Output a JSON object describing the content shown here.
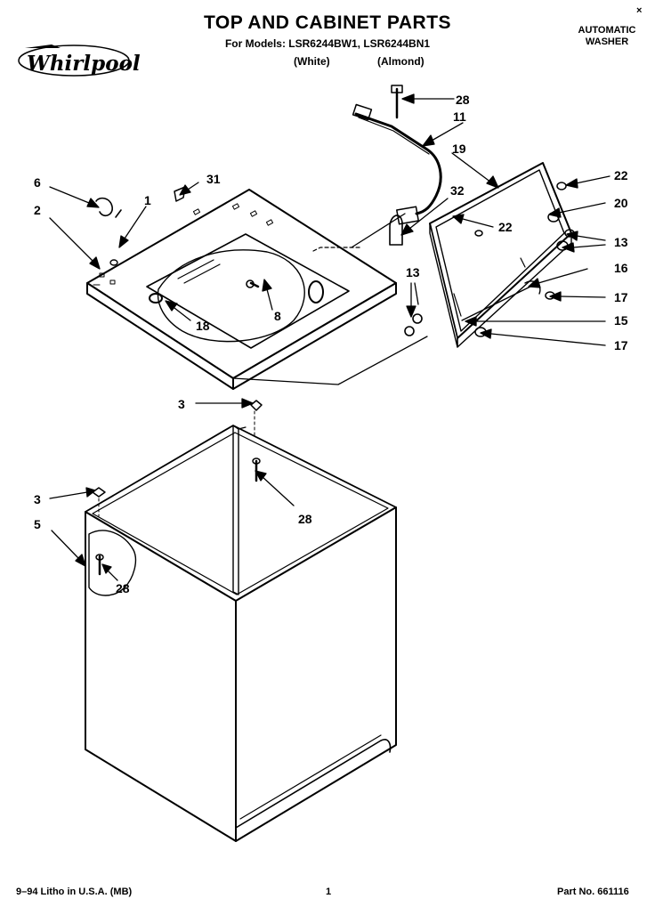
{
  "header": {
    "title": "TOP AND CABINET PARTS",
    "models_line": "For Models: LSR6244BW1, LSR6244BN1",
    "variant_white": "(White)",
    "variant_almond": "(Almond)",
    "product_line1": "AUTOMATIC",
    "product_line2": "WASHER",
    "close_mark": "×"
  },
  "brand": {
    "logo_text": "Whirlpool"
  },
  "callouts": [
    "28",
    "11",
    "19",
    "22",
    "20",
    "13",
    "16",
    "17",
    "15",
    "17",
    "22",
    "32",
    "31",
    "6",
    "1",
    "2",
    "8",
    "18",
    "13",
    "3",
    "28",
    "3",
    "5",
    "28"
  ],
  "footer": {
    "left": "9–94 Litho in U.S.A. (MB)",
    "center": "1",
    "right": "Part No. 661116"
  }
}
